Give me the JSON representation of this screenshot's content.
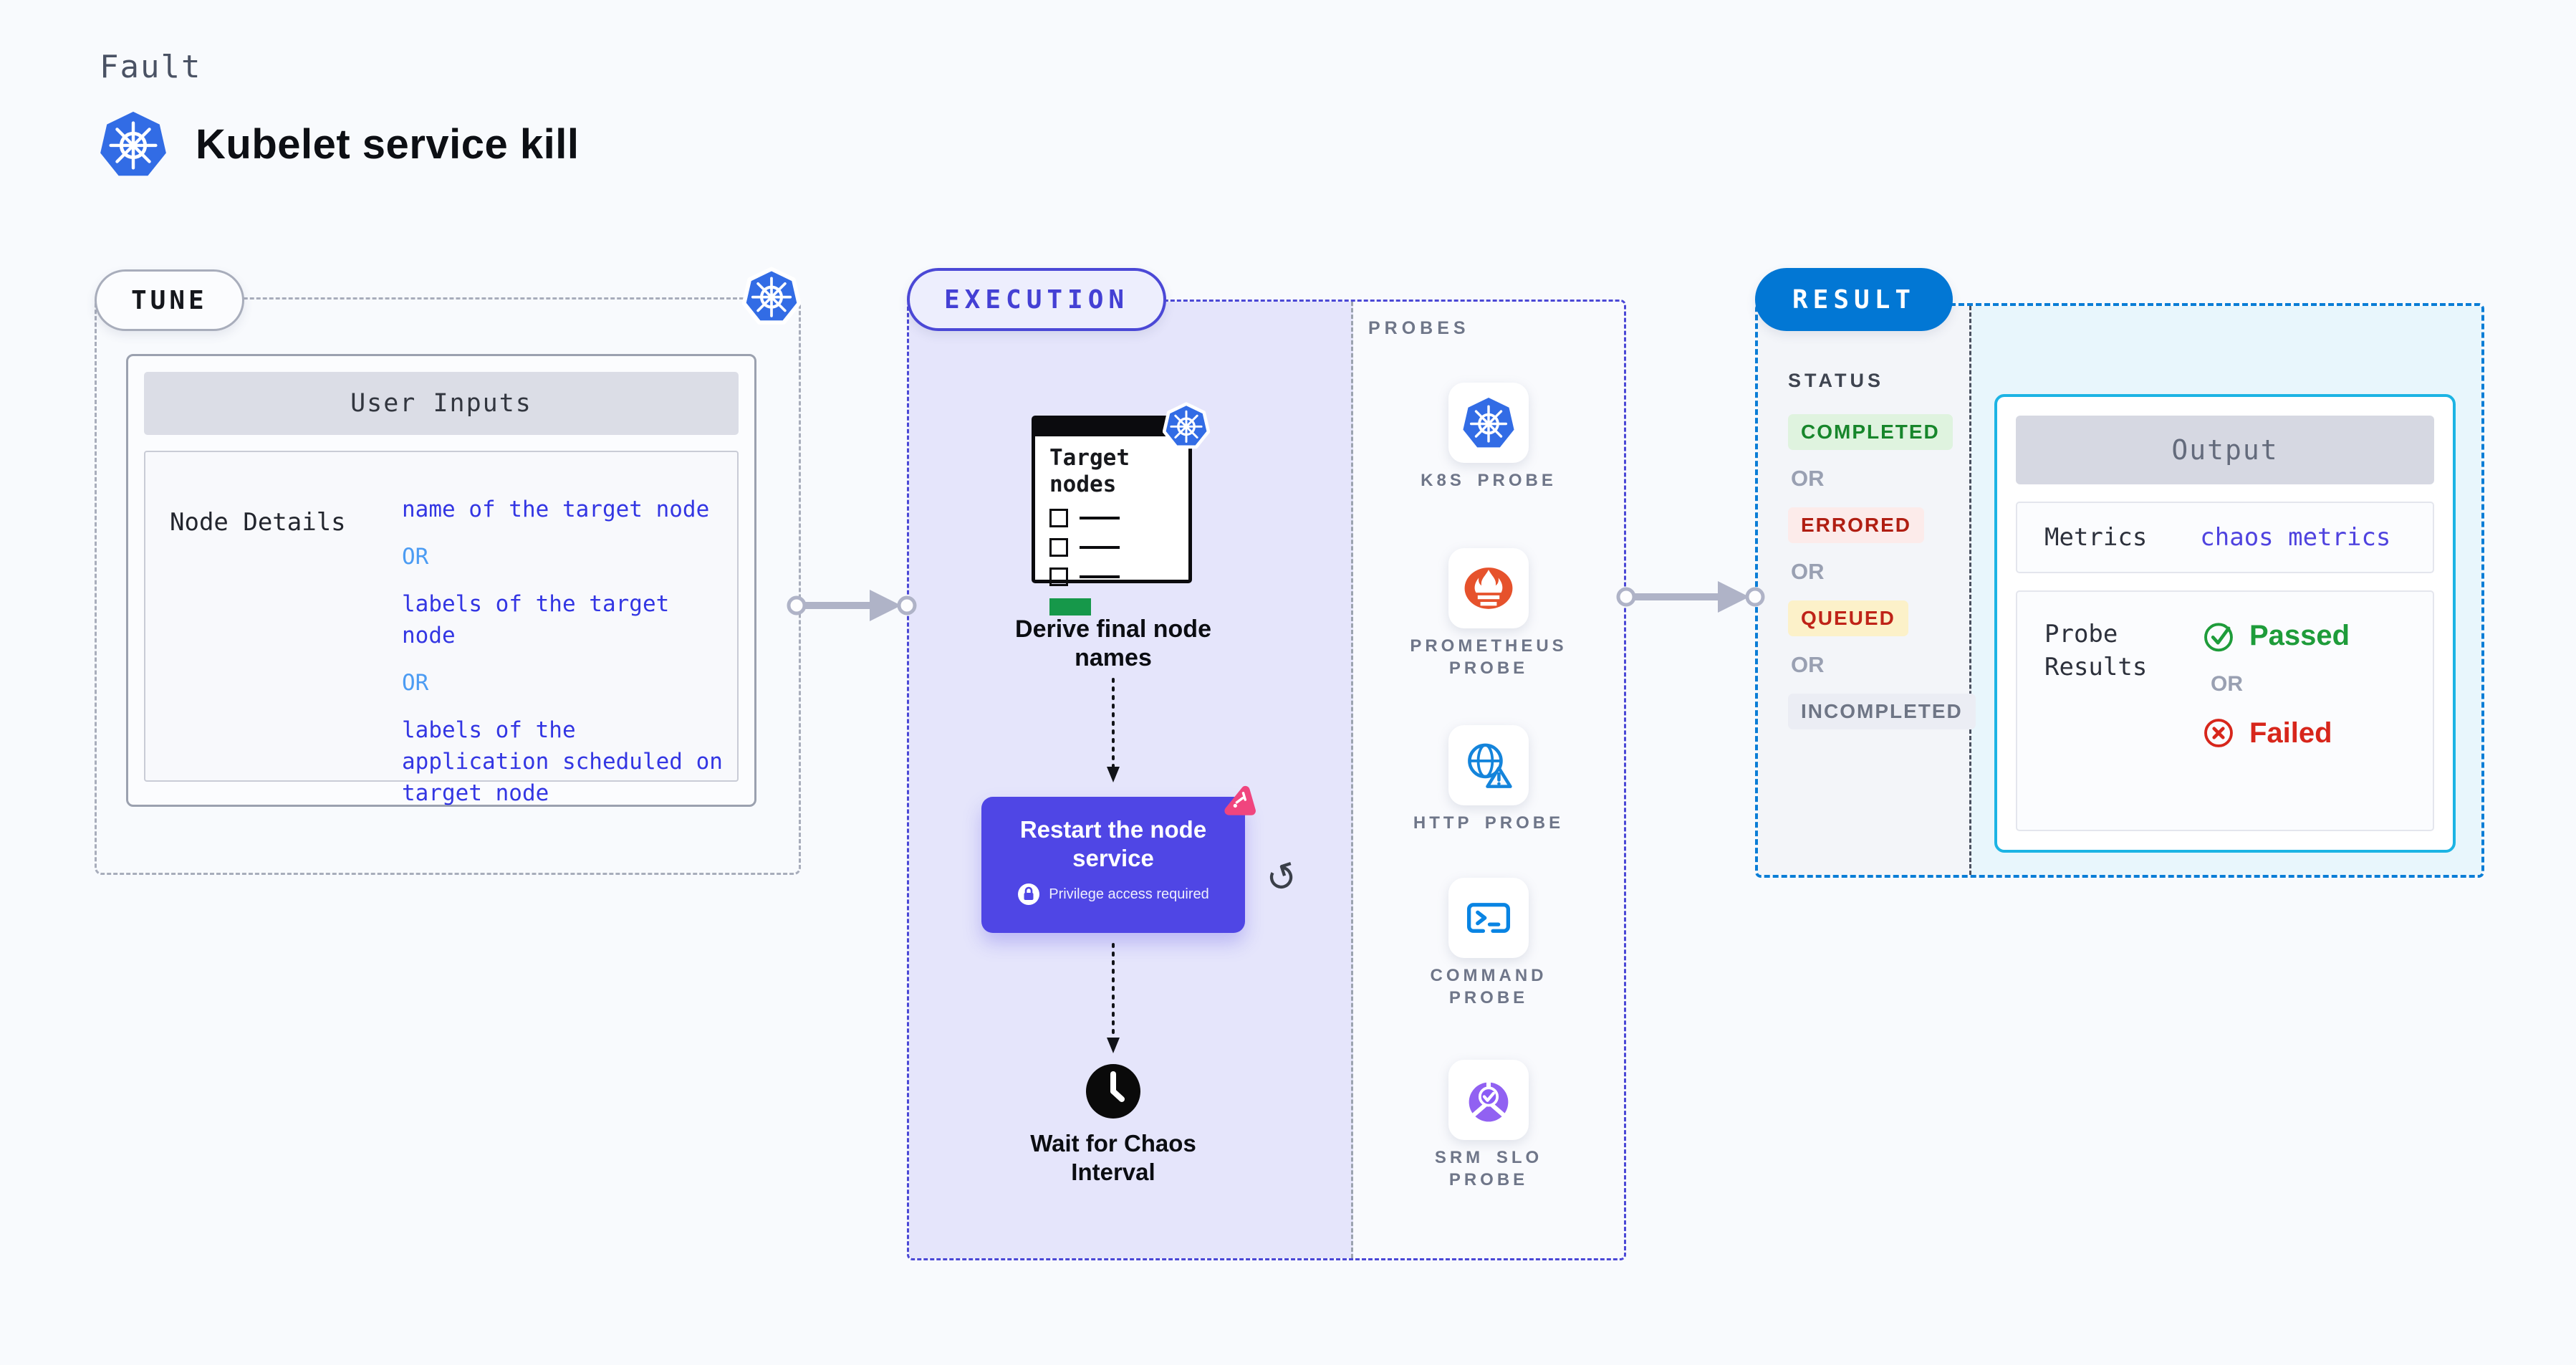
{
  "header": {
    "eyebrow": "Fault",
    "title": "Kubelet service kill"
  },
  "tune": {
    "badge": "TUNE",
    "table": {
      "header": "User Inputs",
      "row_label": "Node Details",
      "values": [
        "name of the target node",
        "OR",
        "labels of the target node",
        "OR",
        "labels of the application scheduled on target node"
      ]
    }
  },
  "execution": {
    "badge": "EXECUTION",
    "target_card_title": "Target nodes",
    "derive_label": "Derive final node names",
    "restart_title": "Restart the node service",
    "restart_note": "Privilege access required",
    "wait_label": "Wait for Chaos Interval",
    "probes_title": "PROBES",
    "probes": [
      {
        "icon": "kubernetes-icon",
        "label": "K8S PROBE"
      },
      {
        "icon": "prometheus-icon",
        "label": "PROMETHEUS PROBE"
      },
      {
        "icon": "http-globe-warning-icon",
        "label": "HTTP PROBE"
      },
      {
        "icon": "terminal-icon",
        "label": "COMMAND PROBE"
      },
      {
        "icon": "slo-pie-check-icon",
        "label": "SRM SLO PROBE"
      }
    ]
  },
  "result": {
    "badge": "RESULT",
    "status_title": "STATUS",
    "statuses": [
      "COMPLETED",
      "OR",
      "ERRORED",
      "OR",
      "QUEUED",
      "OR",
      "INCOMPLETED"
    ],
    "output": {
      "title": "Output",
      "metrics_label": "Metrics",
      "metrics_value": "chaos metrics",
      "probe_results_label": "Probe Results",
      "passed": "Passed",
      "or": "OR",
      "failed": "Failed"
    }
  },
  "colors": {
    "page_bg": "#F8FAFD",
    "kubernetes_blue": "#326CE5",
    "execution_indigo": "#4B48D6",
    "execution_panel": "#E5E5FB",
    "restart_card": "#4F46E5",
    "result_blue": "#0277D4",
    "output_border_cyan": "#1CB4E4",
    "output_panel_cyan": "#E8F6FC",
    "prometheus_orange": "#E6522C",
    "completed_green": "#17862B",
    "errored_red": "#B01E12",
    "queued_yellow_bg": "#FCF1C9",
    "passed_green": "#1E9C3A",
    "failed_red": "#D7261B",
    "value_blue": "#3336E3",
    "or_light_blue": "#4C9CF3",
    "chaos_pink": "#F0457E"
  }
}
